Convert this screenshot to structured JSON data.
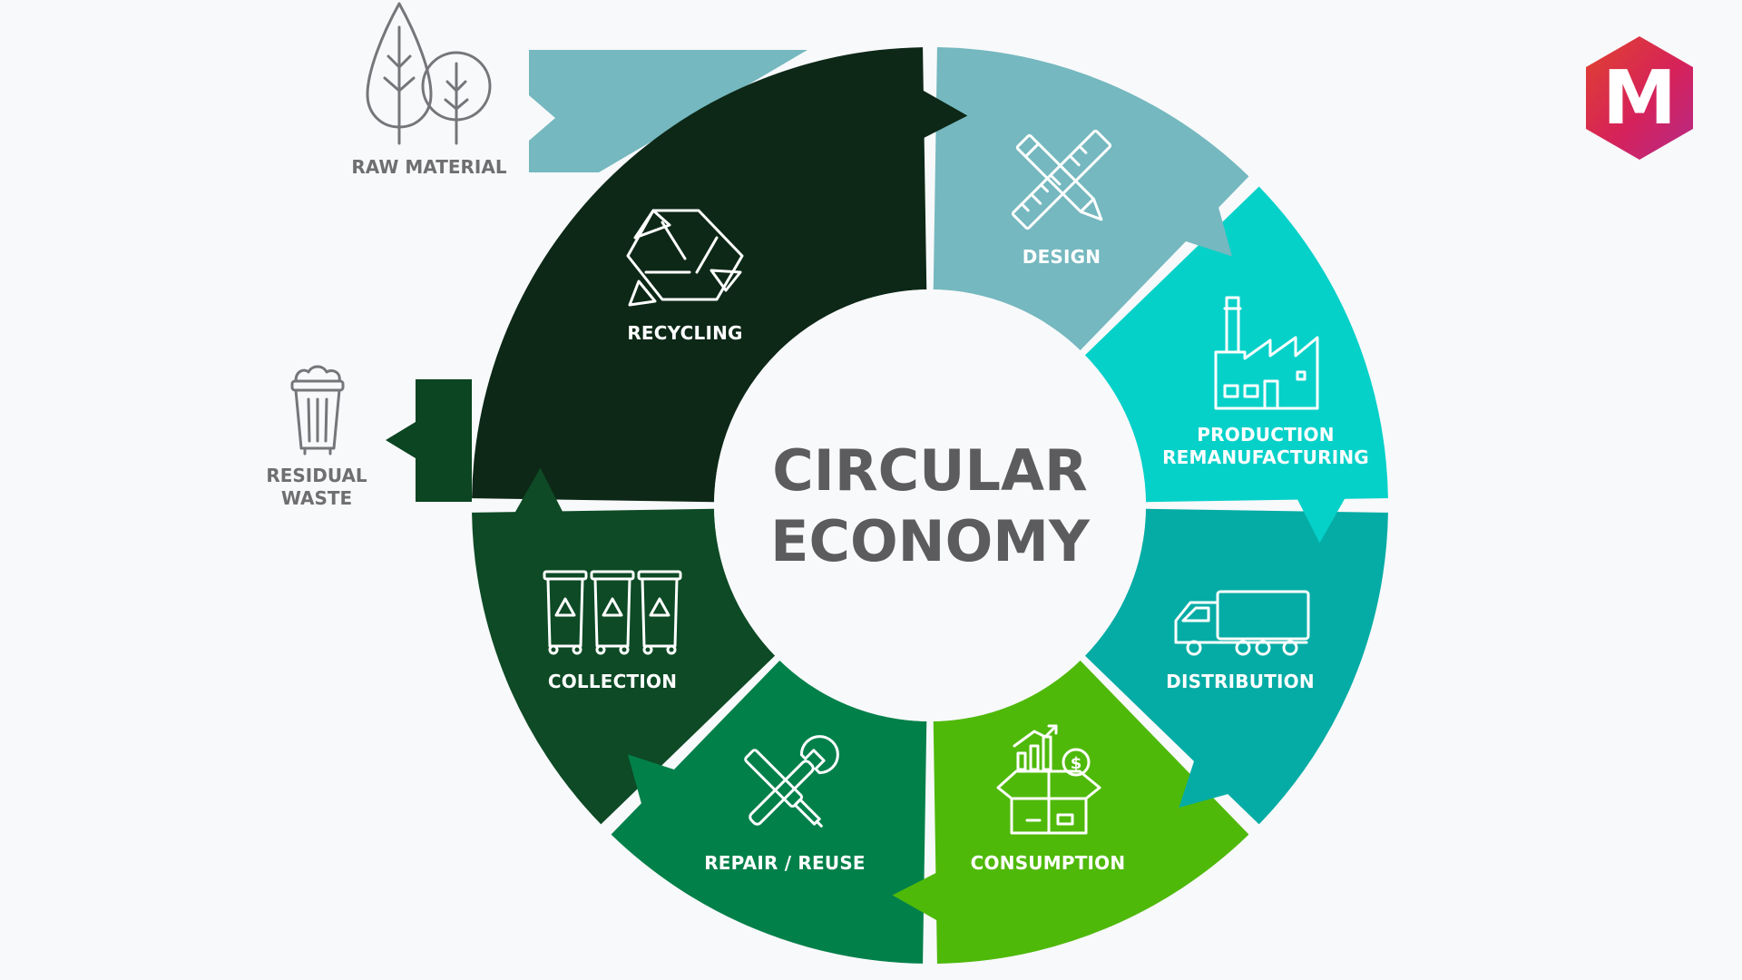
{
  "center": {
    "line1": "CIRCULAR",
    "line2": "ECONOMY"
  },
  "stages": {
    "design": "DESIGN",
    "production_1": "PRODUCTION",
    "production_2": "REMANUFACTURING",
    "distribution": "DISTRIBUTION",
    "consumption": "CONSUMPTION",
    "repair": "REPAIR / REUSE",
    "collection": "COLLECTION",
    "recycling": "RECYCLING"
  },
  "external": {
    "raw_material": "RAW MATERIAL",
    "residual_1": "RESIDUAL",
    "residual_2": "WASTE"
  },
  "logo": {
    "letter": "M"
  },
  "colors": {
    "design": "#75b8bf",
    "production": "#06d1c9",
    "distribution": "#04aca5",
    "consumption": "#4fb90a",
    "repair": "#02804a",
    "collection": "#0d4a25",
    "recycling": "#0d2817",
    "raw_material_band": "#75b8bf",
    "residual_band": "#0b4522",
    "text_grey": "#6f6f72"
  }
}
